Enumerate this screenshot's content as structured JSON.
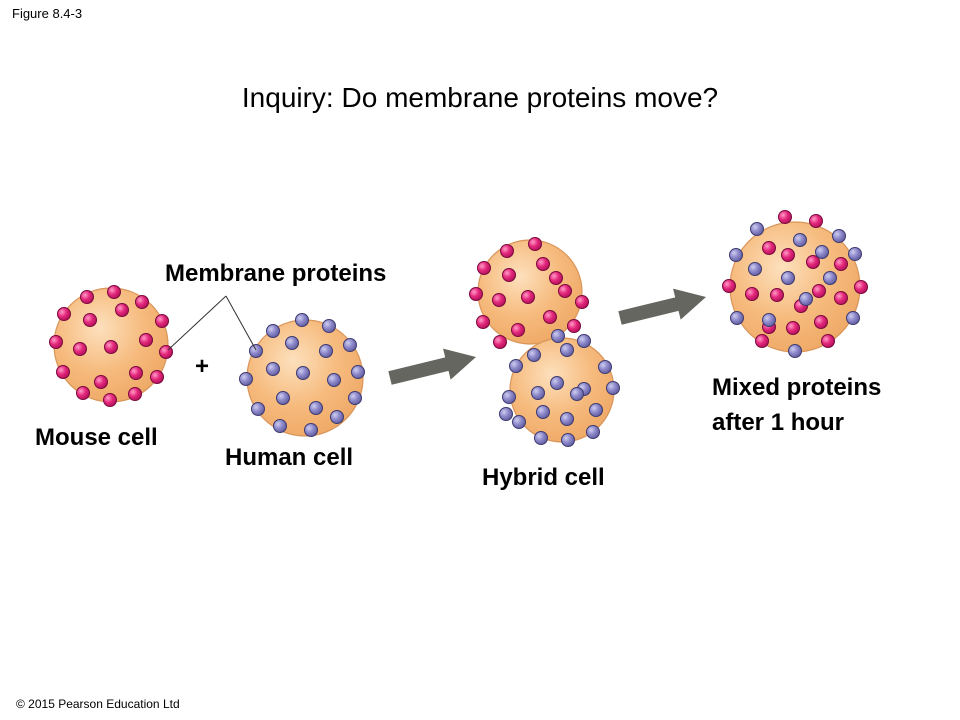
{
  "figure_label": "Figure 8.4-3",
  "title": "Inquiry: Do membrane proteins move?",
  "copyright": "© 2015 Pearson Education Ltd",
  "labels": {
    "membrane_proteins": "Membrane proteins",
    "plus": "+",
    "mouse_cell": "Mouse cell",
    "human_cell": "Human cell",
    "hybrid_cell": "Hybrid cell",
    "mixed_line1": "Mixed proteins",
    "mixed_line2": "after 1 hour"
  },
  "colors": {
    "cell_fill": "#f5b97a",
    "cell_edge": "#d9955a",
    "mouse_protein": "#e0267a",
    "human_protein": "#8a86c8",
    "arrow": "#666660"
  },
  "stages": [
    {
      "name": "mouse-cell",
      "protein_type": "mouse"
    },
    {
      "name": "human-cell",
      "protein_type": "human"
    },
    {
      "name": "hybrid-cell",
      "protein_type": "both, segregated"
    },
    {
      "name": "mixed-cell",
      "protein_type": "both, intermixed"
    }
  ]
}
